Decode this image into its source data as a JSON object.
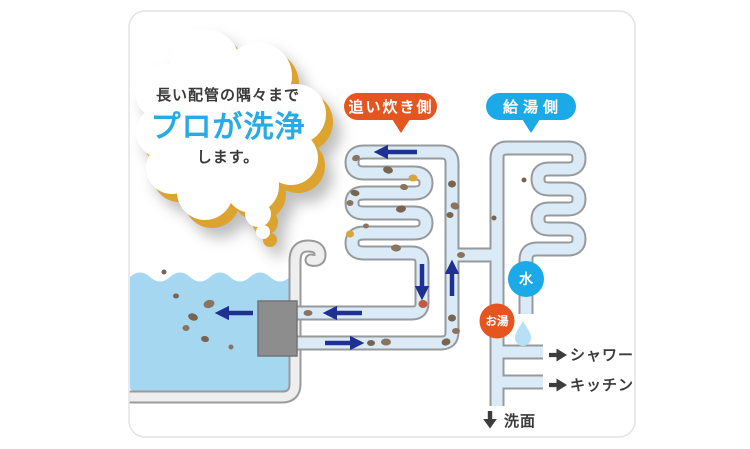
{
  "bubble": {
    "line1": "長い配管の隅々まで",
    "line2": "プロが洗浄",
    "line3": "します。"
  },
  "labels": {
    "reheat_side": "追い炊き側",
    "supply_side": "給湯側"
  },
  "badges": {
    "cold_water": "水",
    "hot_water": "お湯"
  },
  "outlets": {
    "shower": "シャワー",
    "kitchen": "キッチン",
    "washbasin": "洗面"
  },
  "colors": {
    "accent_orange": "#e4551f",
    "accent_blue": "#1ba9e8",
    "headline_blue": "#29abe2",
    "arrow_navy": "#1e3092",
    "pipe_fill": "#daeaf6",
    "pipe_stroke": "#97999b",
    "water_fill": "#a5d7f1",
    "dirt_brown": "#8a7460",
    "bubble_shadow_gold": "#dca42e",
    "text_dark": "#3a3a3a",
    "card_border": "#e3e3e3"
  }
}
